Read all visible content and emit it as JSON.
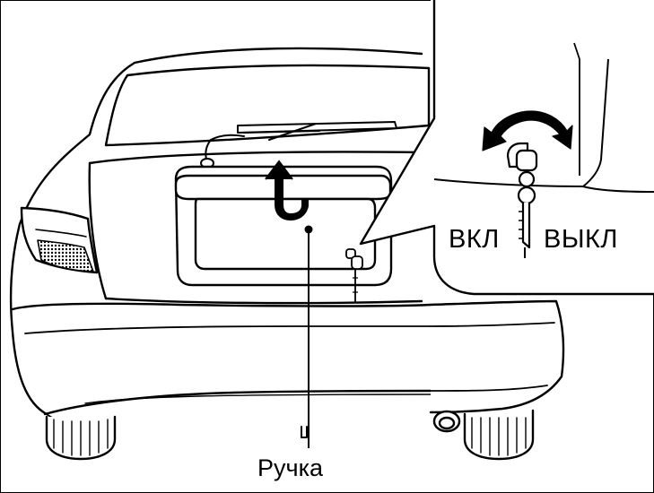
{
  "labels": {
    "handle": "Ручка",
    "on": "ВКЛ",
    "off": "ВЫКЛ"
  },
  "colors": {
    "ink": "#000000",
    "paper": "#ffffff",
    "halftone": "#888888"
  },
  "icons": {
    "lift_arrow": "curved-up-arrow-icon",
    "rotation_arrow": "double-curved-arrow-icon",
    "key": "key-icon"
  }
}
